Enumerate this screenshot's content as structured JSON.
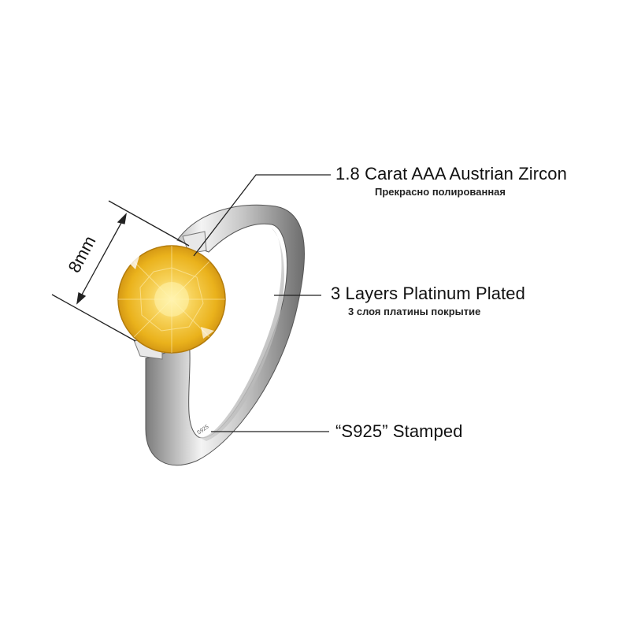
{
  "annotations": {
    "zircon": {
      "title": "1.8 Carat AAA Austrian Zircon",
      "subtitle": "Прекрасно полированная"
    },
    "plating": {
      "title": "3 Layers Platinum Plated",
      "subtitle": "3 слоя платины покрытие"
    },
    "stamp": {
      "title": "“S925” Stamped"
    }
  },
  "dimension": {
    "label": "8mm"
  },
  "colors": {
    "gem": "#f3c21a",
    "gem_light": "#fff1a0",
    "metal": "#d9d9d9",
    "metal_dark": "#8c8c8c",
    "line": "#222222"
  }
}
